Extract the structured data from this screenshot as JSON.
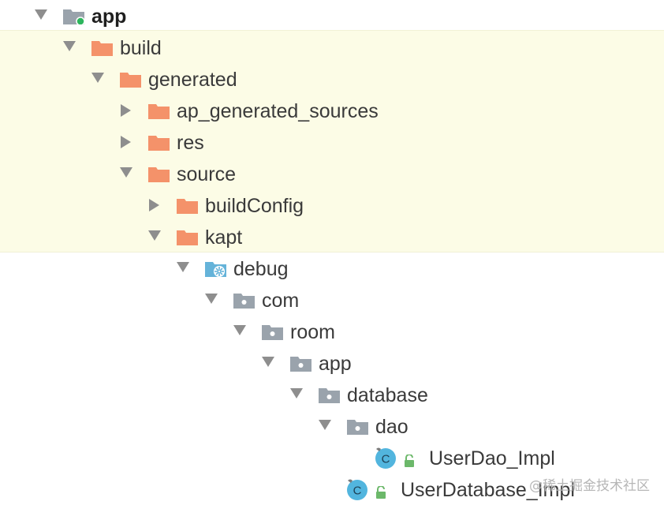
{
  "colors": {
    "highlight": "#fcfce6",
    "arrow": "#8e8e8e",
    "excluded_folder": "#f4926a",
    "package_folder": "#9aa3ac",
    "source_root_folder": "#65b3d9",
    "class_icon": "#52b5de",
    "module_dot": "#2db55d",
    "lock": "#6cb86a"
  },
  "tree": {
    "items": [
      {
        "label": "app",
        "icon": "module-folder-icon",
        "expanded": true
      },
      {
        "label": "build",
        "icon": "excluded-folder-icon",
        "expanded": true
      },
      {
        "label": "generated",
        "icon": "excluded-folder-icon",
        "expanded": true
      },
      {
        "label": "ap_generated_sources",
        "icon": "excluded-folder-icon",
        "expanded": false
      },
      {
        "label": "res",
        "icon": "excluded-folder-icon",
        "expanded": false
      },
      {
        "label": "source",
        "icon": "excluded-folder-icon",
        "expanded": true
      },
      {
        "label": "buildConfig",
        "icon": "excluded-folder-icon",
        "expanded": false
      },
      {
        "label": "kapt",
        "icon": "excluded-folder-icon",
        "expanded": true
      },
      {
        "label": "debug",
        "icon": "generated-source-root-icon",
        "expanded": true
      },
      {
        "label": "com",
        "icon": "package-icon",
        "expanded": true
      },
      {
        "label": "room",
        "icon": "package-icon",
        "expanded": true
      },
      {
        "label": "app",
        "icon": "package-icon",
        "expanded": true
      },
      {
        "label": "database",
        "icon": "package-icon",
        "expanded": true
      },
      {
        "label": "dao",
        "icon": "package-icon",
        "expanded": true
      },
      {
        "label": "UserDao_Impl",
        "icon": "class-icon"
      },
      {
        "label": "UserDatabase_Impl",
        "icon": "class-icon"
      }
    ]
  },
  "watermark": "@稀土掘金技术社区"
}
